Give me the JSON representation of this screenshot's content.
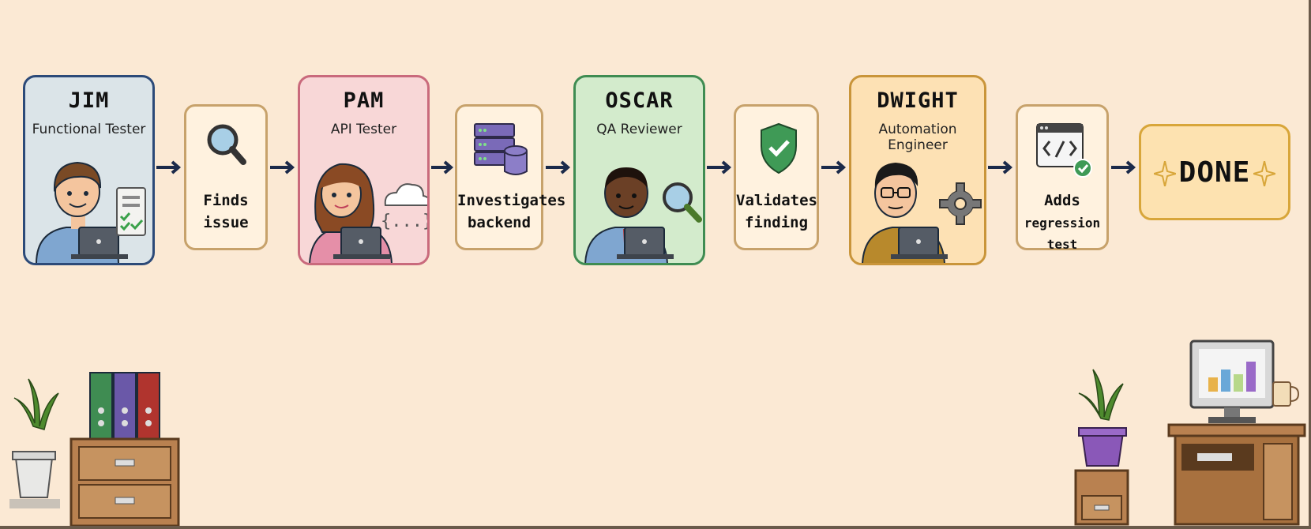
{
  "workflow": {
    "cards": [
      {
        "id": "jim",
        "name": "JIM",
        "role": "Functional Tester",
        "color": "#dbe4e8",
        "border": "#2c4a78"
      },
      {
        "id": "pam",
        "name": "PAM",
        "role": "API Tester",
        "color": "#f8d7d7",
        "border": "#c96a7c"
      },
      {
        "id": "oscar",
        "name": "OSCAR",
        "role": "QA Reviewer",
        "color": "#d3ebcc",
        "border": "#3f8c52"
      },
      {
        "id": "dwight",
        "name": "DWIGHT",
        "role": "Automation Engineer",
        "color": "#fde1b4",
        "border": "#c9953a"
      }
    ],
    "steps": [
      {
        "line1": "Finds",
        "line2": "issue",
        "icon": "magnifier-icon"
      },
      {
        "line1": "Investigates",
        "line2": "backend",
        "icon": "database-icon"
      },
      {
        "line1": "Validates",
        "line2": "finding",
        "icon": "shield-check-icon"
      },
      {
        "line1": "Adds",
        "line2": "regression test",
        "icon": "code-window-icon"
      }
    ],
    "done_label": "DONE",
    "pam_badge": "{...}"
  },
  "colors": {
    "arrow": "#1b2a4a",
    "background": "#fbe9d4"
  }
}
